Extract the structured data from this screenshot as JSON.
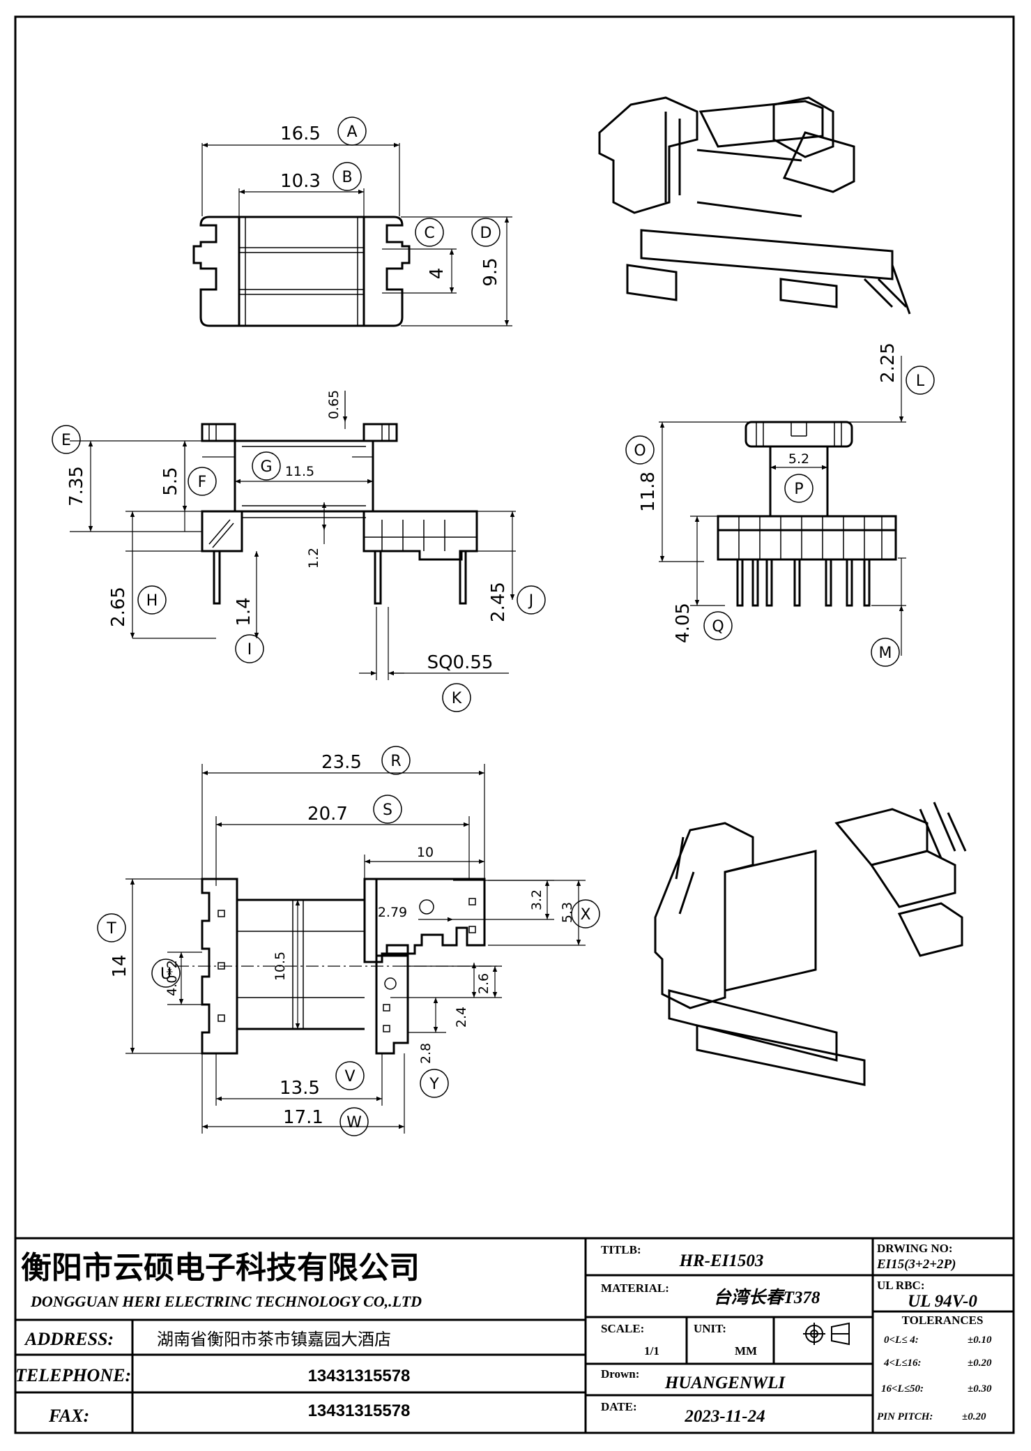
{
  "dims": {
    "A": "16.5",
    "B": "10.3",
    "C": "4",
    "D": "9.5",
    "E": "7.35",
    "F": "5.5",
    "G": "11.5",
    "H": "2.65",
    "I": "1.4",
    "J": "2.45",
    "K": "SQ0.55",
    "top_gap": "0.65",
    "mid_gap": "1.2",
    "L": "2.25",
    "O": "11.8",
    "P": "5.2",
    "Q": "4.05",
    "R": "23.5",
    "S": "20.7",
    "top10": "10",
    "d279": "2.79",
    "X32": "3.2",
    "X": "5.3",
    "T": "14",
    "U": "4.0*2",
    "mid105": "10.5",
    "d26": "2.6",
    "d24": "2.4",
    "Y": "2.8",
    "V": "13.5",
    "W": "17.1"
  },
  "balloons": [
    "A",
    "B",
    "C",
    "D",
    "E",
    "F",
    "G",
    "H",
    "I",
    "J",
    "K",
    "L",
    "O",
    "P",
    "Q",
    "M",
    "R",
    "S",
    "T",
    "U",
    "V",
    "W",
    "X",
    "Y"
  ],
  "title_block": {
    "company_cn": "衡阳市云硕电子科技有限公司",
    "company_en": "DONGGUAN HERI ELECTRINC TECHNOLOGY CO,.LTD",
    "address_label": "ADDRESS:",
    "address": "湖南省衡阳市茶市镇嘉园大酒店",
    "telephone_label": "TELEPHONE:",
    "telephone": "13431315578",
    "fax_label": "FAX:",
    "fax": "13431315578",
    "title_label": "TITLB:",
    "title": "HR-EI1503",
    "material_label": "MATERIAL:",
    "material": "台湾长春T378",
    "scale_label": "SCALE:",
    "scale": "1/1",
    "unit_label": "UNIT:",
    "unit": "MM",
    "drawn_label": "Drown:",
    "drawn": "HUANGENWLI",
    "date_label": "DATE:",
    "date": "2023-11-24",
    "drawing_no_label": "DRWING NO:",
    "drawing_no": "EI15(3+2+2P)",
    "ul_label": "UL RBC:",
    "ul": "UL 94V-0",
    "tol_label": "TOLERANCES",
    "tol1": "0<L≤ 4:",
    "tol1v": "±0.10",
    "tol2": "4<L≤16:",
    "tol2v": "±0.20",
    "tol3": "16<L≤50:",
    "tol3v": "±0.30",
    "tol4": "PIN PITCH:",
    "tol4v": "±0.20"
  }
}
